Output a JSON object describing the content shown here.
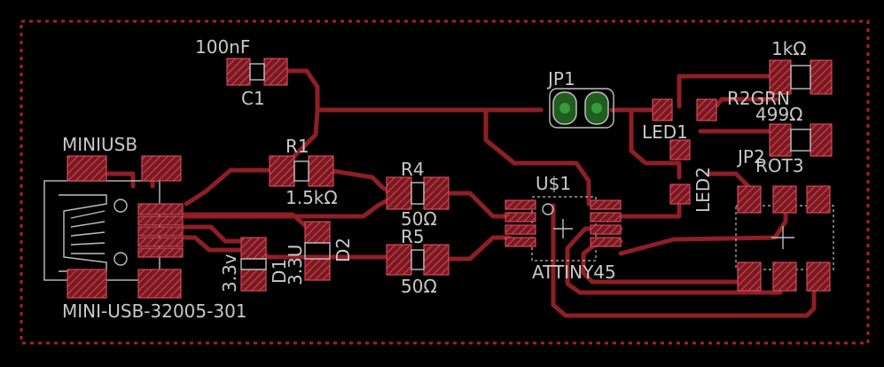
{
  "labels": {
    "c1_value": "100nF",
    "c1_name": "C1",
    "jp1_name": "JP1",
    "r1_name": "R1",
    "r1_value": "1.5kΩ",
    "r4_name": "R4",
    "r4_value": "50Ω",
    "r5_name": "R5",
    "r5_value": "50Ω",
    "usb_name": "MINIUSB",
    "usb_part": "MINI-USB-32005-301",
    "d1_name": "D1",
    "d1_value": "3.3v",
    "d2_name": "D2",
    "d2_value": "3.3U",
    "u1_name": "U$1",
    "u1_part": "ATTINY45",
    "led1_name": "LED1",
    "led2_name": "LED2",
    "r2_value": "1kΩ",
    "r2_name": "R2GRN",
    "r3_value": "499Ω",
    "jp2_name": "JP2",
    "r3_name": "ROT3"
  },
  "colors": {
    "background": "#000000",
    "copper": "#8e1f25",
    "pad_outline": "#e0506a",
    "silkscreen": "#c8c8c8",
    "via_green": "#3a9a3a"
  }
}
